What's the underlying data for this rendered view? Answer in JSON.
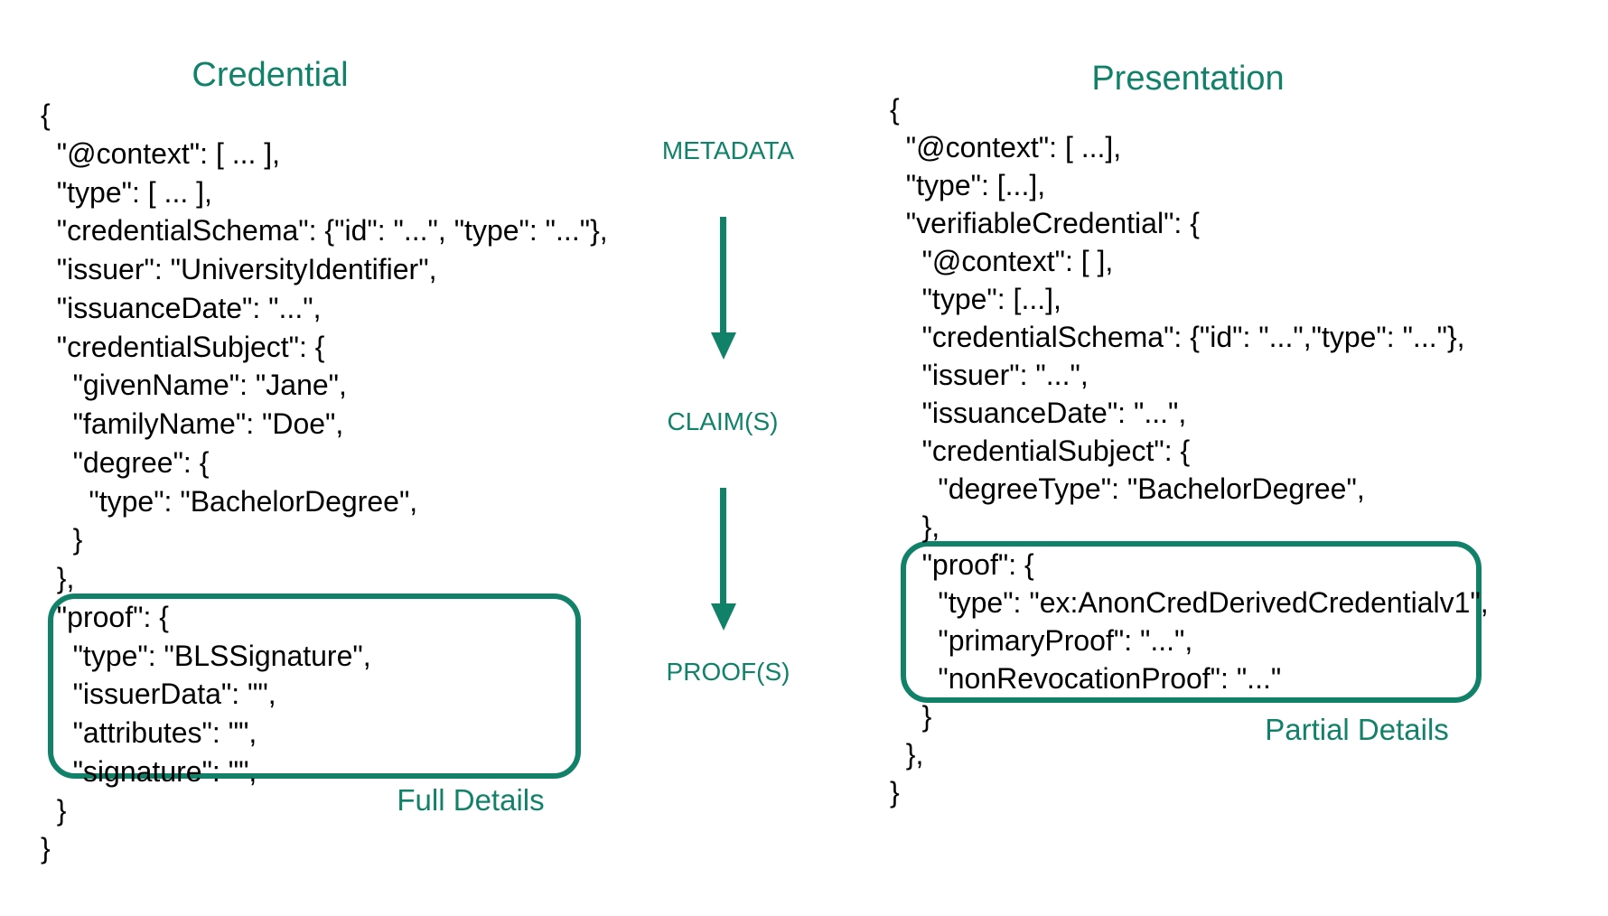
{
  "colors": {
    "accent": "#118269",
    "text": "#000000",
    "background": "#ffffff"
  },
  "left": {
    "title": "Credential",
    "code_lines": [
      "{",
      "  \"@context\": [ ... ],",
      "  \"type\": [ ... ],",
      "  \"credentialSchema\": {\"id\": \"...\", \"type\": \"...\"},",
      "  \"issuer\": \"UniversityIdentifier\",",
      "  \"issuanceDate\": \"...\",",
      "  \"credentialSubject\": {",
      "    \"givenName\": \"Jane\",",
      "    \"familyName\": \"Doe\",",
      "    \"degree\": {",
      "      \"type\": \"BachelorDegree\",",
      "    }",
      "  },",
      "  \"proof\": {",
      "    \"type\": \"BLSSignature\",",
      "    \"issuerData\": \"\",",
      "    \"attributes\": \"\",",
      "    \"signature\": \"\",",
      "  }",
      "}"
    ],
    "box_label": "Full Details"
  },
  "middle": {
    "metadata_label": "METADATA",
    "claims_label": "CLAIM(S)",
    "proofs_label": "PROOF(S)"
  },
  "right": {
    "title": "Presentation",
    "code_lines": [
      "{",
      "  \"@context\": [ ...],",
      "  \"type\": [...],",
      "  \"verifiableCredential\": {",
      "    \"@context\": [ ],",
      "    \"type\": [...],",
      "    \"credentialSchema\": {\"id\": \"...\",\"type\": \"...\"},",
      "    \"issuer\": \"...\",",
      "    \"issuanceDate\": \"...\",",
      "    \"credentialSubject\": {",
      "      \"degreeType\": \"BachelorDegree\",",
      "    },",
      "    \"proof\": {",
      "      \"type\": \"ex:AnonCredDerivedCredentialv1\",",
      "      \"primaryProof\": \"...\",",
      "      \"nonRevocationProof\": \"...\"",
      "    }",
      "  },",
      "}"
    ],
    "box_label": "Partial Details"
  }
}
